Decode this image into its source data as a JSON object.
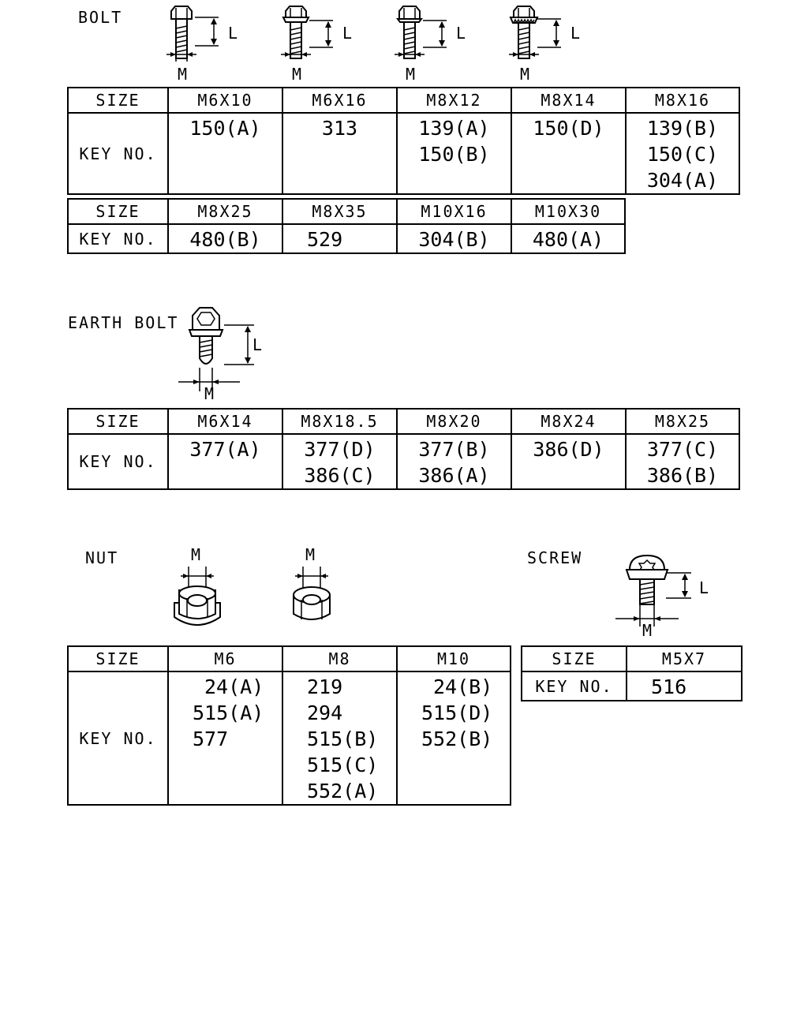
{
  "bolt": {
    "title": "BOLT",
    "dim_m": "M",
    "dim_l": "L",
    "table1": {
      "size_label": "SIZE",
      "key_label": "KEY NO.",
      "columns": [
        {
          "size": "M6X10",
          "keys": [
            "150(A)"
          ]
        },
        {
          "size": "M6X16",
          "keys": [
            "313"
          ]
        },
        {
          "size": "M8X12",
          "keys": [
            "139(A)",
            "150(B)"
          ]
        },
        {
          "size": "M8X14",
          "keys": [
            "150(D)"
          ]
        },
        {
          "size": "M8X16",
          "keys": [
            "139(B)",
            "150(C)",
            "304(A)"
          ]
        }
      ]
    },
    "table2": {
      "size_label": "SIZE",
      "key_label": "KEY NO.",
      "columns": [
        {
          "size": "M8X25",
          "keys": [
            "480(B)"
          ]
        },
        {
          "size": "M8X35",
          "keys": [
            "529"
          ]
        },
        {
          "size": "M10X16",
          "keys": [
            "304(B)"
          ]
        },
        {
          "size": "M10X30",
          "keys": [
            "480(A)"
          ]
        }
      ]
    }
  },
  "earth_bolt": {
    "title": "EARTH BOLT",
    "dim_m": "M",
    "dim_l": "L",
    "table": {
      "size_label": "SIZE",
      "key_label": "KEY NO.",
      "columns": [
        {
          "size": "M6X14",
          "keys": [
            "377(A)"
          ]
        },
        {
          "size": "M8X18.5",
          "keys": [
            "377(D)",
            "386(C)"
          ]
        },
        {
          "size": "M8X20",
          "keys": [
            "377(B)",
            "386(A)"
          ]
        },
        {
          "size": "M8X24",
          "keys": [
            "386(D)"
          ]
        },
        {
          "size": "M8X25",
          "keys": [
            "377(C)",
            "386(B)"
          ]
        }
      ]
    }
  },
  "nut": {
    "title": "NUT",
    "dim_m": "M",
    "table": {
      "size_label": "SIZE",
      "key_label": "KEY NO.",
      "columns": [
        {
          "size": "M6",
          "keys": [
            "24(A)",
            "515(A)",
            "577"
          ]
        },
        {
          "size": "M8",
          "keys": [
            "219",
            "294",
            "515(B)",
            "515(C)",
            "552(A)"
          ]
        },
        {
          "size": "M10",
          "keys": [
            "24(B)",
            "515(D)",
            "552(B)"
          ]
        }
      ]
    }
  },
  "screw": {
    "title": "SCREW",
    "dim_m": "M",
    "dim_l": "L",
    "table": {
      "size_label": "SIZE",
      "key_label": "KEY NO.",
      "columns": [
        {
          "size": "M5X7",
          "keys": [
            "516"
          ]
        }
      ]
    }
  }
}
